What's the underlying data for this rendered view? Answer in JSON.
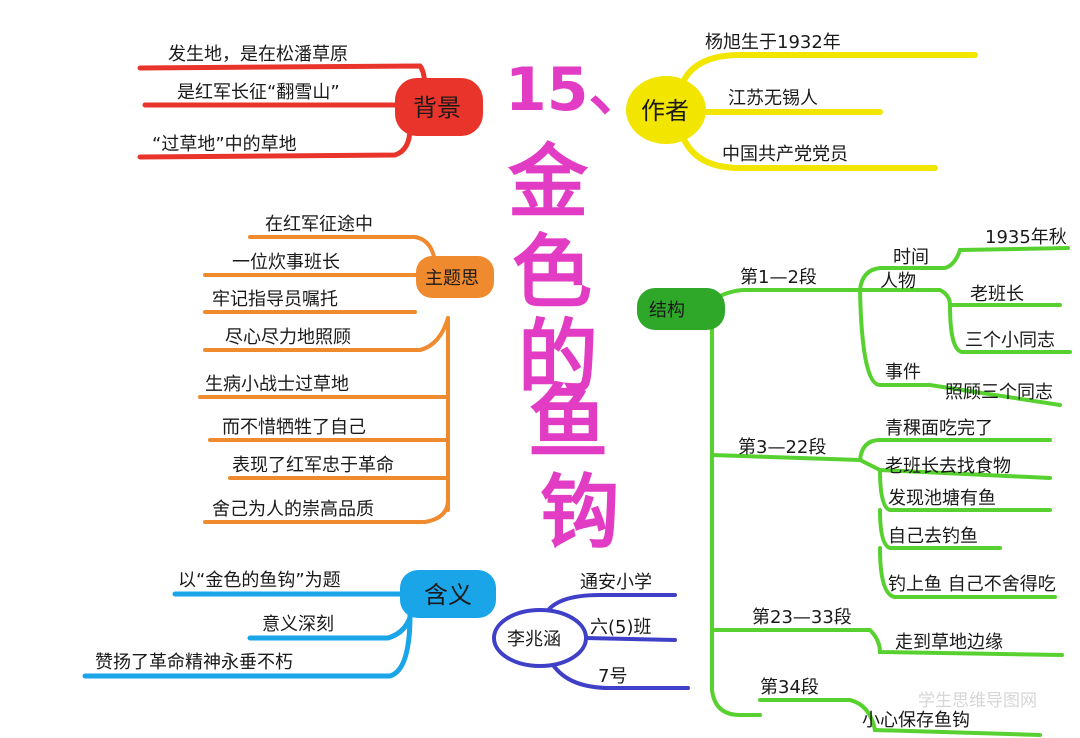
{
  "title": {
    "number": "15、",
    "chars": [
      "金",
      "色",
      "的",
      "鱼",
      "钩"
    ]
  },
  "colors": {
    "red": "#e8342a",
    "yellow": "#f2e500",
    "orange": "#f08a2e",
    "green": "#57d12f",
    "blue": "#1aa5e8",
    "purple": "#3f3fc8",
    "title": "#e23cc4"
  },
  "beijing": {
    "label": "背景",
    "items": [
      "发生地，是在松潘草原",
      "是红军长征“翻雪山”",
      "“过草地”中的草地"
    ]
  },
  "zuozhe": {
    "label": "作者",
    "items": [
      "杨旭生于1932年",
      "江苏无锡人",
      "中国共产党党员"
    ]
  },
  "zhuti": {
    "label": "主题思",
    "items": [
      "在红军征途中",
      "一位炊事班长",
      "牢记指导员嘱托",
      "尽心尽力地照顾",
      "生病小战士过草地",
      "而不惜牺牲了自己",
      "表现了红军忠于革命",
      "舍己为人的崇高品质"
    ]
  },
  "jiegou": {
    "label": "结构",
    "p1": {
      "label": "第1—2段",
      "time": "时间",
      "time_value": "1935年秋",
      "people": "人物",
      "people_values": [
        "老班长",
        "三个小同志"
      ],
      "event": "事件",
      "event_value": "照顾三个同志"
    },
    "p2": {
      "label": "第3—22段",
      "items": [
        "青稞面吃完了",
        "老班长去找食物",
        "发现池塘有鱼",
        "自己去钓鱼",
        "钓上鱼 自己不舍得吃"
      ]
    },
    "p3": {
      "label": "第23—33段",
      "items": [
        "走到草地边缘"
      ]
    },
    "p4": {
      "label": "第34段",
      "items": [
        "小心保存鱼钩"
      ]
    }
  },
  "hanyi": {
    "label": "含义",
    "items": [
      "以“金色的鱼钩”为题",
      "意义深刻",
      "赞扬了革命精神永垂不朽"
    ]
  },
  "author_student": {
    "label": "李兆涵",
    "items": [
      "通安小学",
      "六(5)班",
      "7号"
    ]
  },
  "watermark": "学生思维导图网"
}
